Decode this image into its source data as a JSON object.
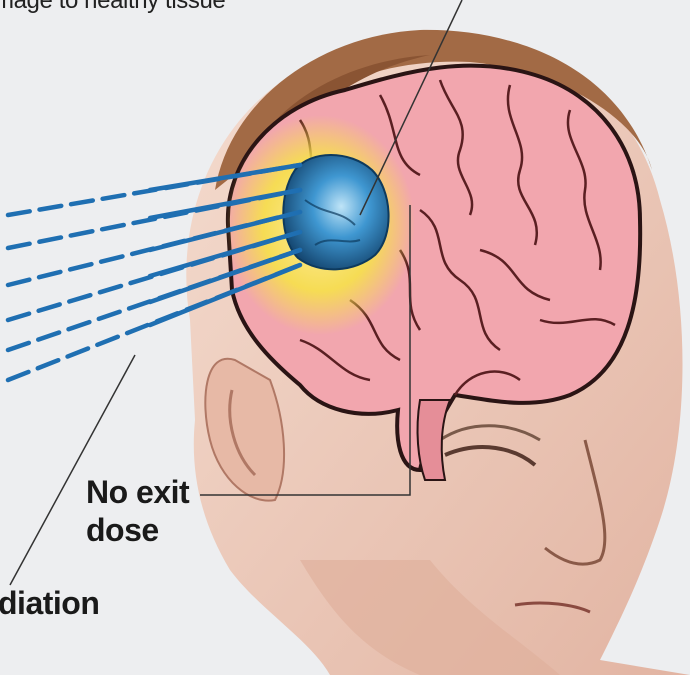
{
  "caption_top": "mage to healthy tissue",
  "label_exit": {
    "line1": "No exit",
    "line2": "dose"
  },
  "label_radiation": "diation",
  "colors": {
    "background": "#edeef0",
    "brain": "#f2a6ae",
    "brain_outline": "#2a1414",
    "tumor": "#2f86c4",
    "glow": "#f6e24a",
    "beam": "#1f6fb2",
    "skin": "#f0d3c4",
    "hair": "#a26a45"
  },
  "icons": [
    "radiation-beam-lines",
    "tumor",
    "brain",
    "head-profile"
  ]
}
